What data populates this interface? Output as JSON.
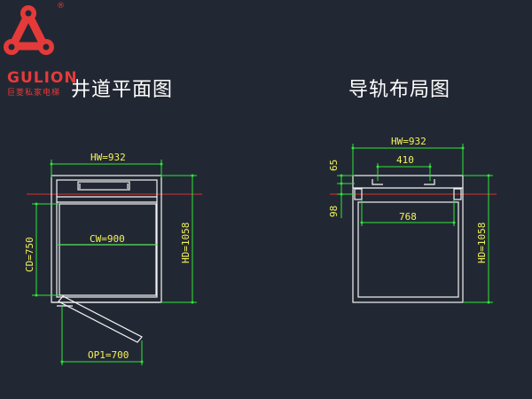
{
  "brand": {
    "name": "GULION",
    "tagline": "巨菱私家电梯",
    "registered": "®"
  },
  "plan_left": {
    "title": "井道平面图",
    "hw": "HW=932",
    "cw": "CW=900",
    "cd": "CD=750",
    "hd": "HD=1058",
    "op": "OP1=700"
  },
  "plan_right": {
    "title": "导轨布局图",
    "hw": "HW=932",
    "rail_gap": "410",
    "rail_span": "768",
    "hd": "HD=1058",
    "offset_top": "65",
    "offset_rail": "98"
  },
  "colors": {
    "background": "#222833",
    "walls": "#f4f4f4",
    "dimensions": "#2ee63a",
    "dimension_text": "#f3f35a",
    "center_line": "#d8312f",
    "brand": "#e53a3a"
  }
}
